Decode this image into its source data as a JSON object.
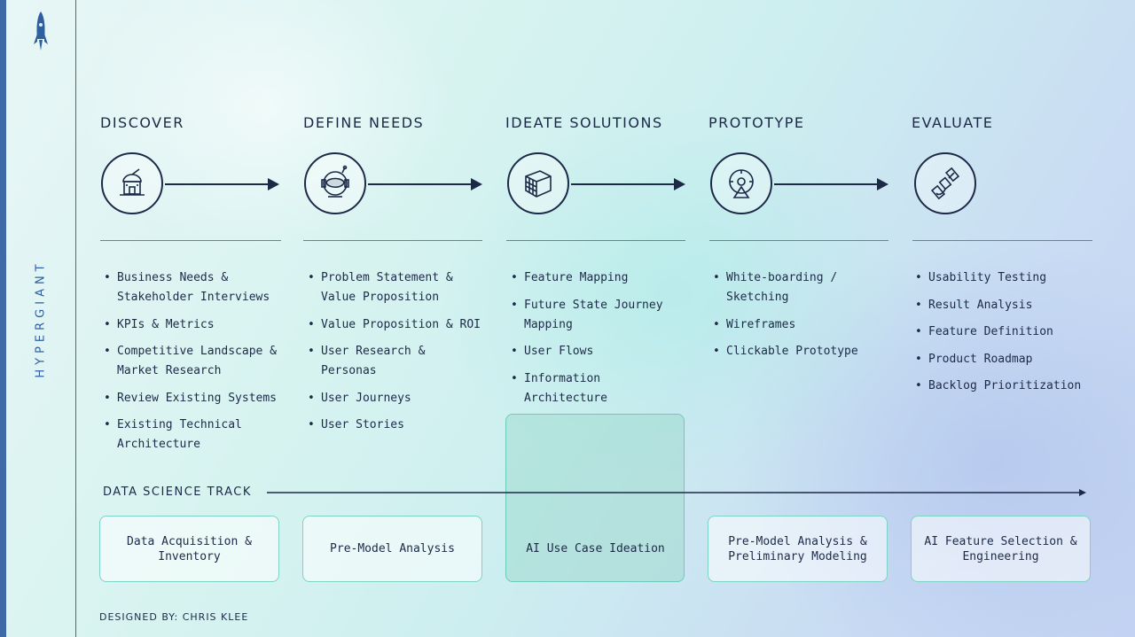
{
  "brand": {
    "name": "HYPERGIANT",
    "logo_icon": "rocket-icon"
  },
  "stages": [
    {
      "title": "DISCOVER",
      "icon": "observatory-icon",
      "items": [
        "Business Needs & Stakeholder Interviews",
        "KPIs & Metrics",
        "Competitive Landscape & Market Research",
        "Review Existing Systems",
        "Existing Technical Architecture"
      ]
    },
    {
      "title": "DEFINE NEEDS",
      "icon": "astronaut-helmet-icon",
      "items": [
        "Problem Statement & Value Proposition",
        "Value Proposition & ROI",
        "User Research & Personas",
        "User Journeys",
        "User Stories"
      ]
    },
    {
      "title": "IDEATE SOLUTIONS",
      "icon": "cube-icon",
      "items": [
        "Feature Mapping",
        "Future State Journey Mapping",
        "User Flows",
        "Information Architecture"
      ]
    },
    {
      "title": "PROTOTYPE",
      "icon": "space-station-icon",
      "items": [
        "White-boarding / Sketching",
        "Wireframes",
        "Clickable Prototype"
      ]
    },
    {
      "title": "EVALUATE",
      "icon": "satellite-icon",
      "items": [
        "Usability Testing",
        "Result Analysis",
        "Feature Definition",
        "Product Roadmap",
        "Backlog Prioritization"
      ]
    }
  ],
  "track": {
    "label": "DATA SCIENCE TRACK",
    "boxes": [
      "Data Acquisition & Inventory",
      "Pre-Model Analysis",
      "AI Use Case Ideation",
      "Pre-Model Analysis & Preliminary Modeling",
      "AI Feature Selection & Engineering"
    ]
  },
  "credit": "DESIGNED BY: CHRIS KLEE",
  "colors": {
    "ink": "#1c2a48",
    "brand_blue": "#3e6aa8",
    "teal_border": "#7fd3c4",
    "highlight": "#96d7c8"
  }
}
